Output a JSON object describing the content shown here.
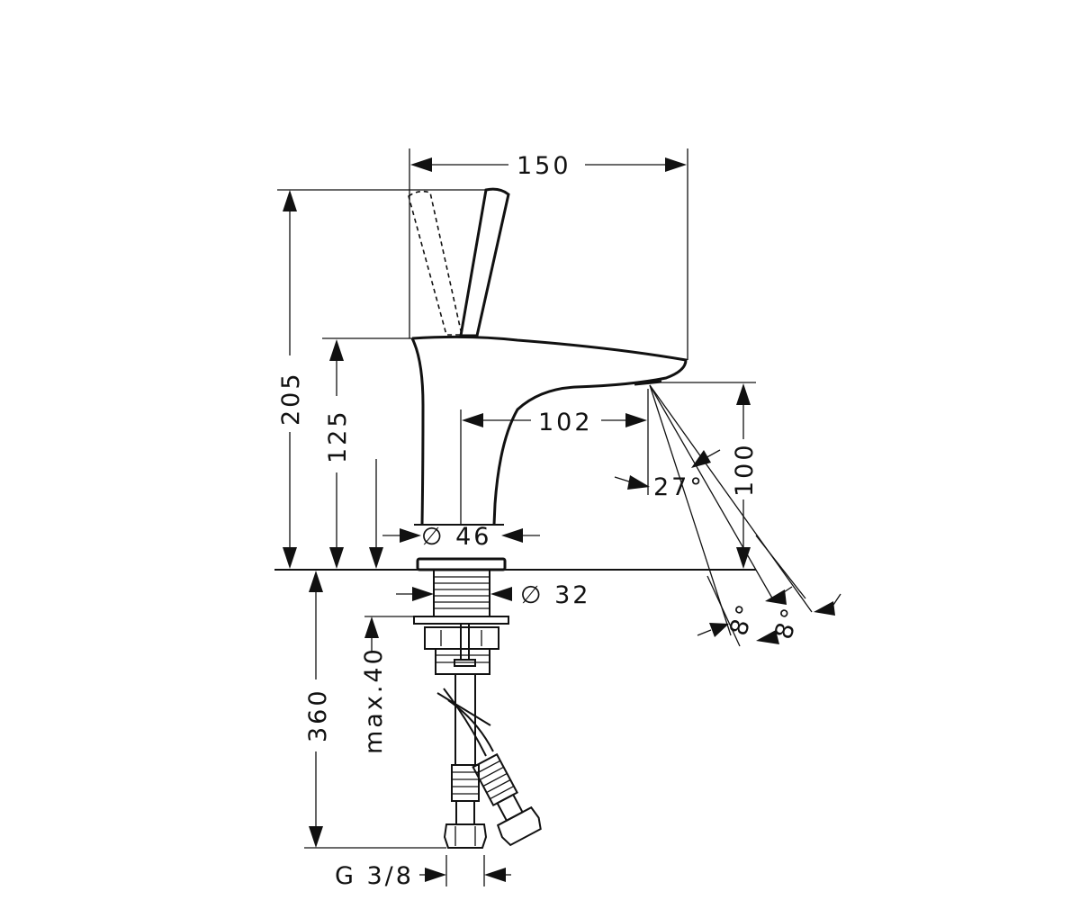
{
  "dimensions": {
    "width_top": "150",
    "height_total": "205",
    "height_body": "125",
    "reach": "102",
    "spout_height": "100",
    "spray_angle": "27°",
    "base_diameter": "∅ 46",
    "shank_diameter": "∅ 32",
    "hose_length": "360",
    "counter_thickness": "max.40",
    "angle_a": "8°",
    "angle_b": "8°",
    "connection": "G 3/8"
  }
}
